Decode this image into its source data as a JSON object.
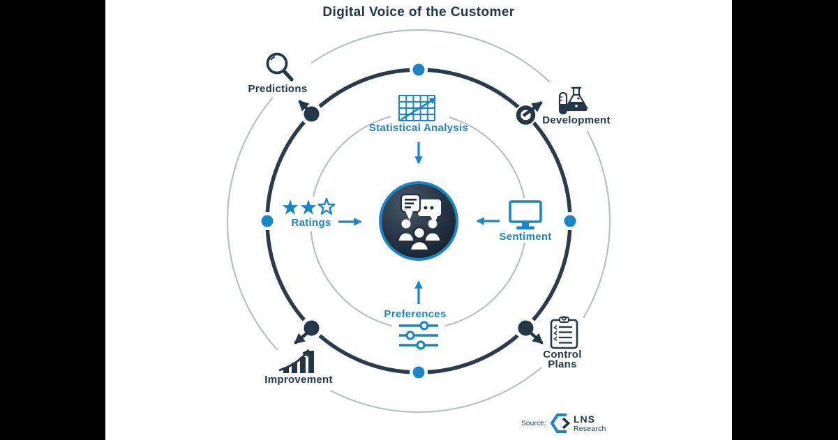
{
  "title": "Digital Voice of the Customer",
  "colors": {
    "navy": "#243746",
    "blue": "#1787c7",
    "ring_gray": "#b9bfc2",
    "background": "#ffffff",
    "side_bars": "#000000"
  },
  "center": {
    "icon": "customer-conversation-icon",
    "description_icons": [
      "speech-bubbles-icon",
      "people-group-icon"
    ]
  },
  "inner_items": [
    {
      "id": "statistical-analysis",
      "label": "Statistical Analysis",
      "icon": "grid-chart-icon",
      "position": "top",
      "arrow": "toward-center-down"
    },
    {
      "id": "ratings",
      "label": "Ratings",
      "icon": "stars-icon",
      "position": "left",
      "arrow": "toward-center-right"
    },
    {
      "id": "sentiment",
      "label": "Sentiment",
      "icon": "monitor-icon",
      "position": "right",
      "arrow": "toward-center-left"
    },
    {
      "id": "preferences",
      "label": "Preferences",
      "icon": "sliders-icon",
      "position": "bottom",
      "arrow": "toward-center-up"
    }
  ],
  "outer_items": [
    {
      "id": "predictions",
      "label": "Predictions",
      "icon": "magnifier-icon",
      "position": "top-left"
    },
    {
      "id": "development",
      "label": "Development",
      "icon": "flask-icon",
      "position": "top-right"
    },
    {
      "id": "improvement",
      "label": "Improvement",
      "icon": "growth-chart-icon",
      "position": "bottom-left"
    },
    {
      "id": "control-plans",
      "label": "Control\nPlans",
      "icon": "clipboard-icon",
      "position": "bottom-right"
    }
  ],
  "source": {
    "prefix": "Source:",
    "org": "LNS",
    "org_sub": "Research",
    "logo": "lns-hexagon-logo"
  }
}
